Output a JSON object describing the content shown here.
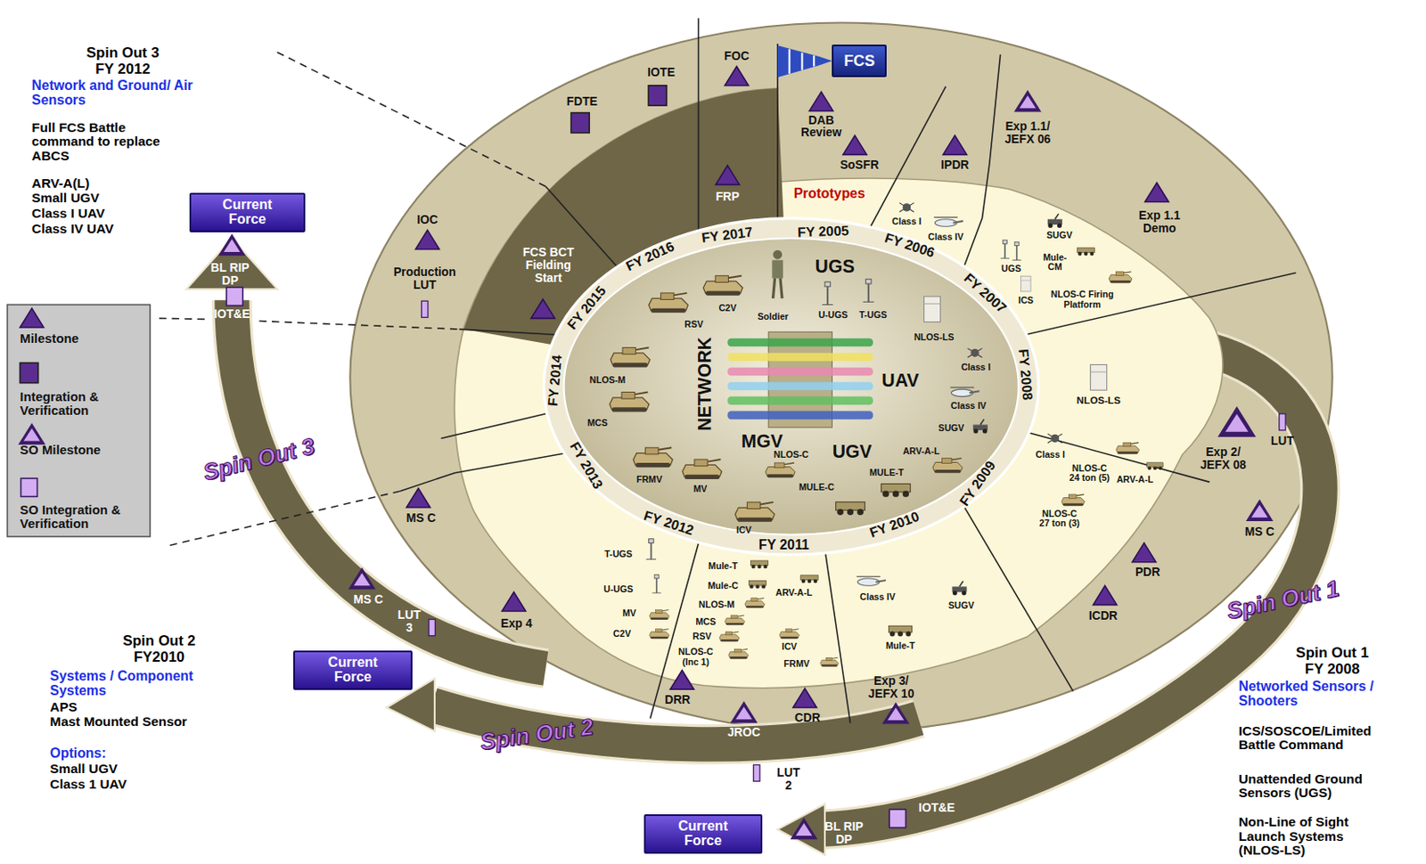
{
  "diagram": {
    "nodes": [
      {
        "text": [
          "FCS"
        ]
      },
      {
        "text": [
          "Current Force"
        ]
      },
      {
        "text": [
          "Current Force"
        ]
      },
      {
        "text": [
          "Current Force"
        ]
      }
    ],
    "labels": [
      "Spin Out 3",
      "FY 2012",
      "Network and Ground/ Air Sensors",
      "Full FCS Battle command to replace ABCS",
      "ARV-A(L)",
      "Small UGV",
      "Class I UAV",
      "Class IV UAV",
      "Spin Out 2",
      "FY2010",
      "Systems / Component Systems",
      "APS",
      "Mast Mounted Sensor",
      "Options:",
      "Small UGV",
      "Class 1 UAV",
      "Spin Out 1",
      "FY 2008",
      "Networked Sensors / Shooters",
      "ICS/SOSCOE/Limited Battle Command",
      "Unattended Ground Sensors (UGS)",
      "Non-Line of Sight Launch Systems (NLOS-LS)",
      "Spin Out 3",
      "Spin Out 2",
      "Spin Out 1",
      "FOC",
      "IOTE",
      "FDTE",
      "DAB Review",
      "SoSFR",
      "IPDR",
      "Exp 1.1/ JEFX 06",
      "Exp 1.1 Demo",
      "FRP",
      "IOC",
      "Production LUT",
      "FCS BCT Fielding Start",
      "BL RIP DP",
      "IOT&E",
      "MS C",
      "MS C",
      "LUT 3",
      "Exp 4",
      "DRR",
      "JROC",
      "CDR",
      "Exp 3/ JEFX 10",
      "LUT 2",
      "BL RIP DP",
      "IOT&E",
      "ICDR",
      "PDR",
      "MS C",
      "Exp 2/ JEFX 08",
      "LUT",
      "Prototypes",
      "Class I",
      "Class IV",
      "SUGV",
      "UGS",
      "Mule- CM",
      "ICS",
      "NLOS-C Firing Platform",
      "NLOS-LS",
      "Class I",
      "NLOS-C 24 ton (5)",
      "ARV-A-L",
      "NLOS-C 27 ton (3)",
      "Class IV",
      "SUGV",
      "Mule-T",
      "T-UGS",
      "U-UGS",
      "MV",
      "C2V",
      "Mule-T",
      "Mule-C",
      "NLOS-M",
      "MCS",
      "RSV",
      "NLOS-C (Inc 1)",
      "ARV-A-L",
      "ICV",
      "FRMV",
      "FY 2005",
      "FY 2006",
      "FY 2007",
      "FY 2008",
      "FY 2009",
      "FY 2010",
      "FY 2011",
      "FY 2012",
      "FY 2013",
      "FY 2014",
      "FY 2015",
      "FY 2016",
      "FY 2017",
      "UGS",
      "Soldier",
      "U-UGS",
      "T-UGS",
      "NLOS-LS",
      "UAV",
      "Class I",
      "Class IV",
      "SUGV",
      "NETWORK",
      "MGV",
      "UGV",
      "NLOS-C",
      "ARV-A-L",
      "MULE-T",
      "MULE-C",
      "RSV",
      "C2V",
      "NLOS-M",
      "MCS",
      "FRMV",
      "MV",
      "ICV"
    ],
    "legend": [
      {
        "text": "Milestone"
      },
      {
        "text": "Integration & Verification"
      },
      {
        "text": "SO Milestone"
      },
      {
        "text": "SO Integration & Verification"
      }
    ]
  }
}
